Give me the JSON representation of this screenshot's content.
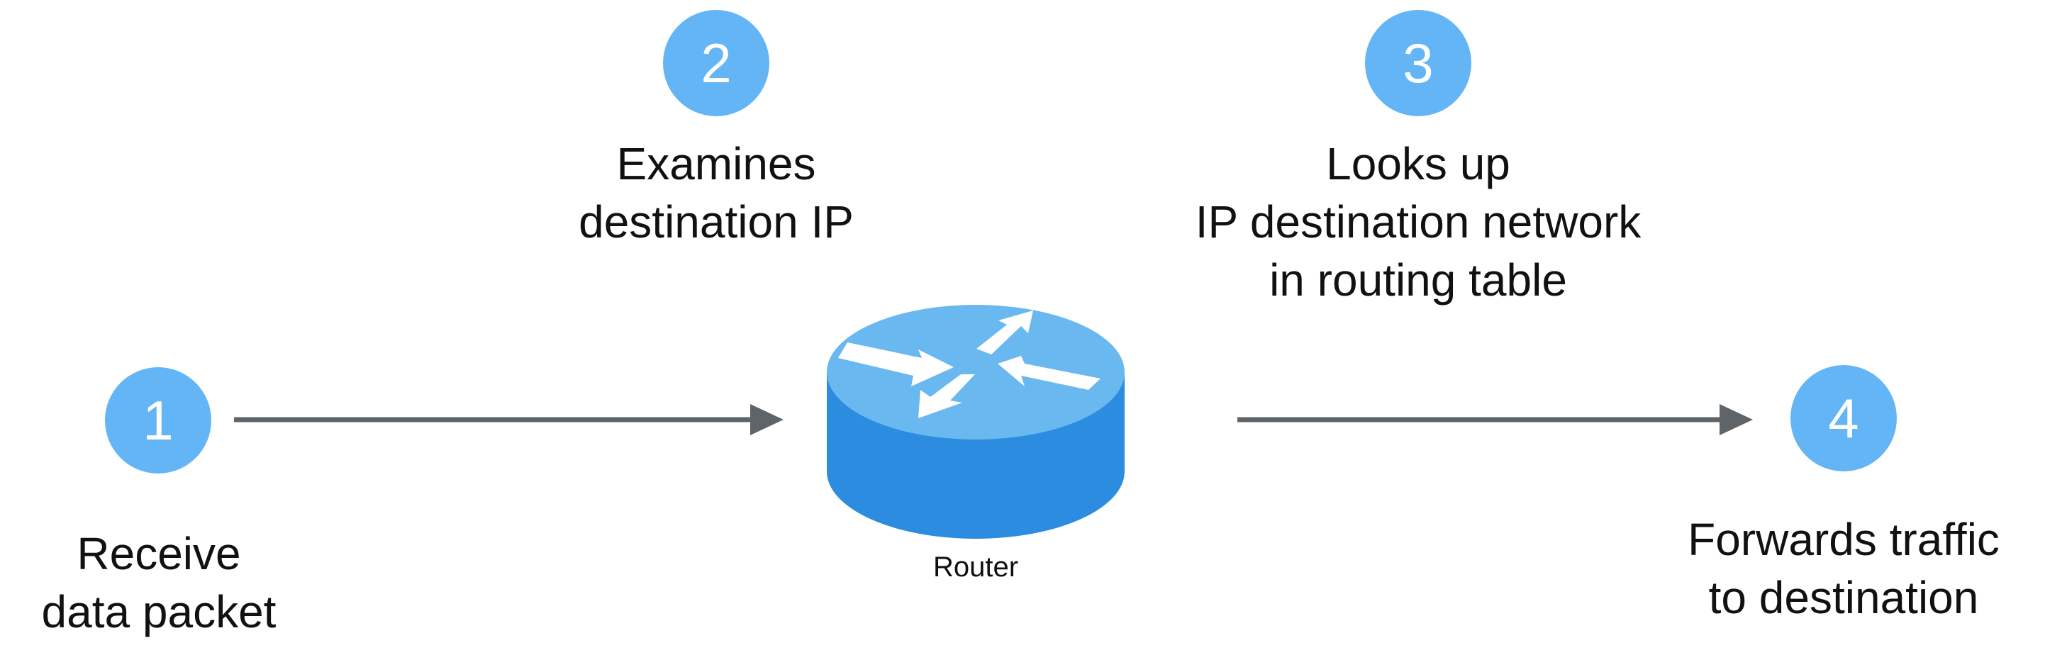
{
  "diagram": {
    "title": "Router packet forwarding steps",
    "steps": [
      {
        "number": "1",
        "lines": [
          "Receive",
          "data packet"
        ]
      },
      {
        "number": "2",
        "lines": [
          "Examines",
          "destination IP"
        ]
      },
      {
        "number": "3",
        "lines": [
          "Looks up",
          "IP destination network",
          "in routing table"
        ]
      },
      {
        "number": "4",
        "lines": [
          "Forwards traffic",
          "to destination"
        ]
      }
    ],
    "router": {
      "label": "Router",
      "icon": "router-icon"
    },
    "colors": {
      "badge": "#64b5f6",
      "router_top": "#6ab8f0",
      "router_side": "#2b8ce0",
      "arrow": "#5f6468",
      "text": "#111111"
    }
  }
}
